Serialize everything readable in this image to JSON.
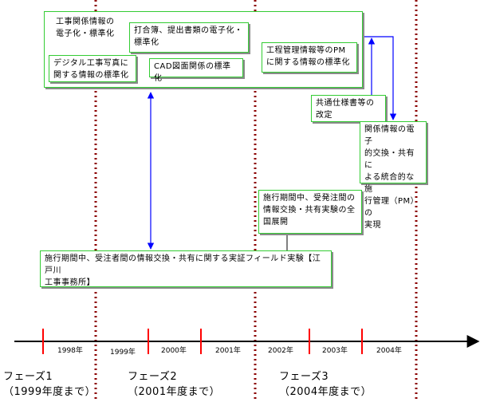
{
  "boxes": {
    "outer_title": "工事関係情報の\n電子化・標準化",
    "meeting_docs": "打合簿、提出書類の電子化・\n標準化",
    "digital_photo": "デジタル工事写真に\n関する情報の標準化",
    "cad": "CAD図面関係の標準化",
    "process_pm": "工程管理情報等のPM\nに関する情報の標準化",
    "common_spec": "共通仕様書等の\n改定",
    "pm_integrated": "関係情報の電子\n的交換・共有に\nよる統合的な施\n行管理（PM）の\n実現",
    "field_experiment": "施行期間中、受注者間の情報交換・共有に関する実証フィールド実験【江戸川\n工事事務所】",
    "nationwide": "施行期間中、受発注間の\n情報交換・共有実験の全\n国展開"
  },
  "timeline": {
    "years": [
      "1998年",
      "1999年",
      "2000年",
      "2001年",
      "2002年",
      "2003年",
      "2004年"
    ]
  },
  "phases": [
    "フェーズ1\n（1999年度まで）",
    "フェーズ2\n（2001年度まで）",
    "フェーズ3\n（2004年度まで）"
  ],
  "colors": {
    "box_border": "#33cc33",
    "arrow": "#0000ff",
    "phase_divider": "#8b0000",
    "axis": "#000000",
    "year_tick": "#ff0000"
  }
}
